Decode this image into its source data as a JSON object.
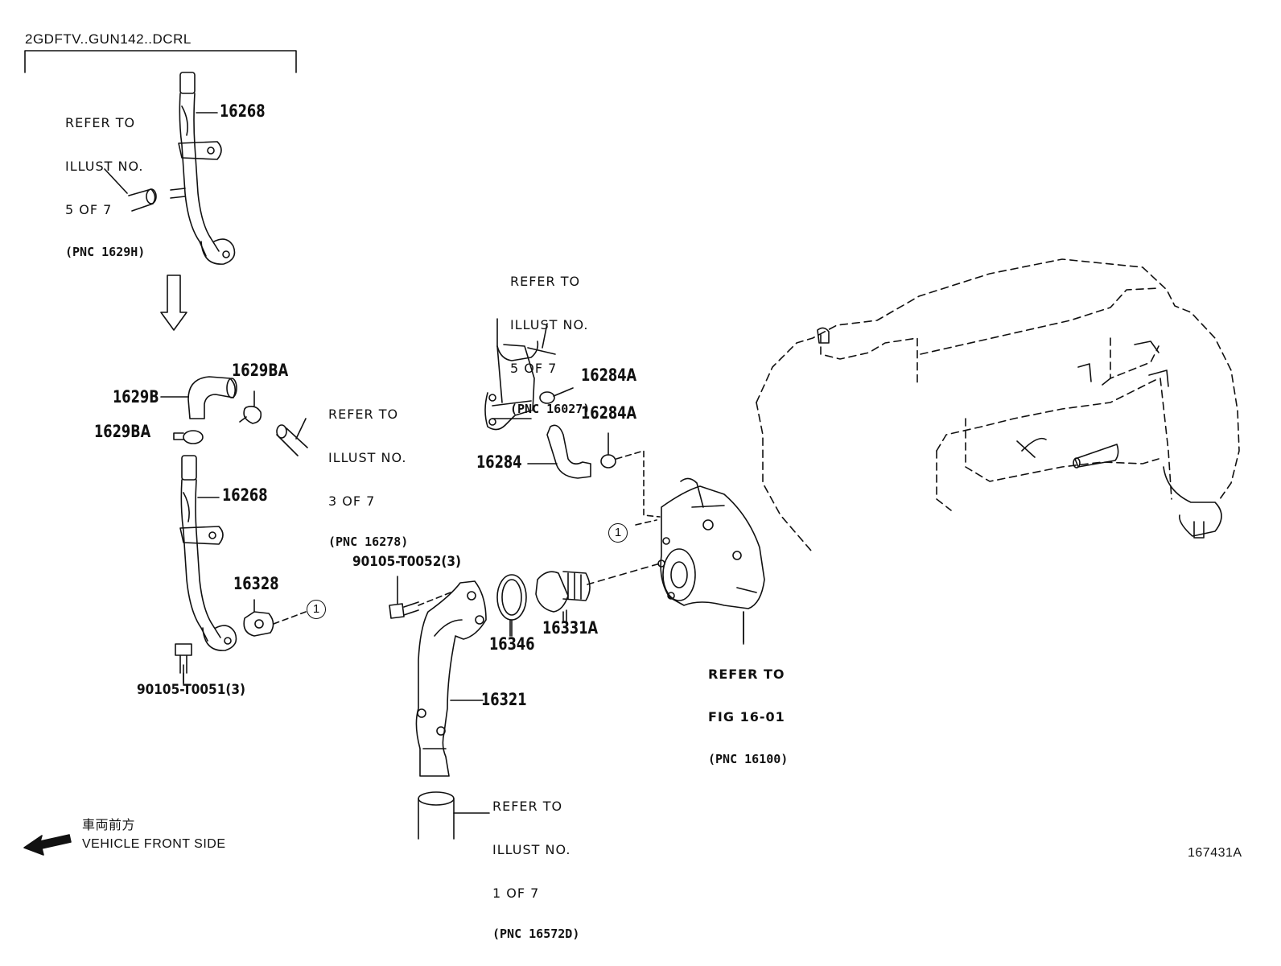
{
  "header": {
    "model_code": "2GDFTV..GUN142..DCRL"
  },
  "illustration_id": "167431A",
  "orientation": {
    "japanese_label": "車両前方",
    "english_label": "VEHICLE FRONT SIDE",
    "arrow_icon": "left-arrow-icon"
  },
  "parts": {
    "p16268_top": "16268",
    "p16268_mid": "16268",
    "p1629B": "1629B",
    "p1629BA_top": "1629BA",
    "p1629BA_left": "1629BA",
    "p16328": "16328",
    "p90105_T0051": "90105-T0051(3)",
    "p90105_T0052": "90105-T0052(3)",
    "p16321": "16321",
    "p16346": "16346",
    "p16331A": "16331A",
    "p16284": "16284",
    "p16284A_top": "16284A",
    "p16284A_bottom": "16284A"
  },
  "refs": {
    "ref_5of7_1629H": {
      "line1": "REFER TO",
      "line2": "ILLUST NO.",
      "line3": "5 OF 7",
      "pnc": "(PNC 1629H)"
    },
    "ref_5of7_16027": {
      "line1": "REFER TO",
      "line2": "ILLUST NO.",
      "line3": "5 OF 7",
      "pnc": "(PNC 16027)"
    },
    "ref_3of7_16278": {
      "line1": "REFER TO",
      "line2": "ILLUST NO.",
      "line3": "3 OF 7",
      "pnc": "(PNC 16278)"
    },
    "ref_1of7_16572D": {
      "line1": "REFER TO",
      "line2": "ILLUST NO.",
      "line3": "1 OF 7",
      "pnc": "(PNC 16572D)"
    },
    "ref_fig16_01": {
      "line1": "REFER TO",
      "line2": "FIG 16-01",
      "pnc": "(PNC 16100)"
    }
  },
  "callouts": {
    "circle_a": "1",
    "circle_b": "1"
  },
  "icons": [
    "down-arrow-icon",
    "left-arrow-icon"
  ]
}
